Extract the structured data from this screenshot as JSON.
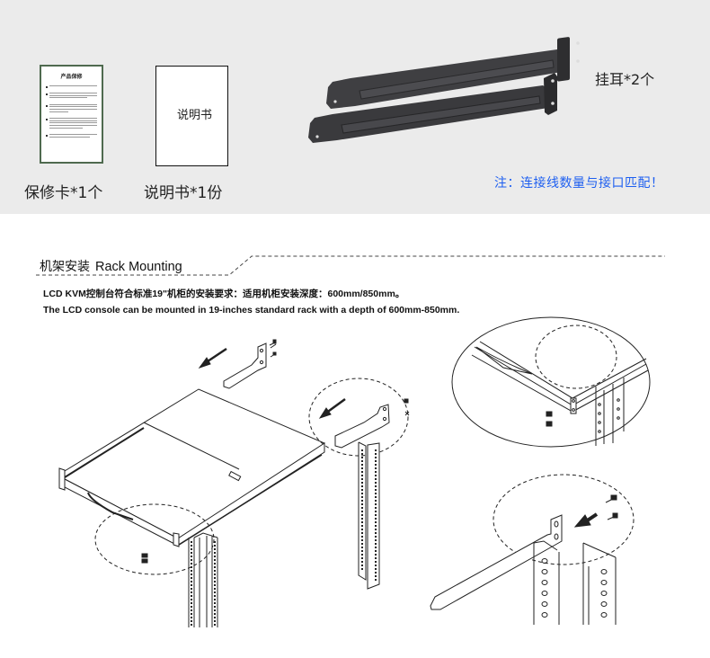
{
  "accessories": {
    "warranty_card": {
      "card_title": "产品保修",
      "paragraph_line_counts": [
        1,
        3,
        4,
        5,
        2
      ],
      "caption": "保修卡*1个"
    },
    "manual": {
      "cover_text": "说明书",
      "caption": "说明书*1份"
    },
    "rack_ears": {
      "caption": "挂耳*2个"
    },
    "note": "注：连接线数量与接口匹配！"
  },
  "rack_mounting": {
    "title_cn": "机架安装",
    "title_en": "Rack Mounting",
    "description_cn": "LCD KVM控制台符合标准19\"机柜的安装要求：适用机柜安装深度：600mm/850mm。",
    "description_en": "The LCD console can be mounted in 19-inches standard rack with a depth of  600mm-850mm."
  },
  "colors": {
    "top_background": "#ebebeb",
    "note_text": "#1e5ff0",
    "card_border": "#4f6a4f",
    "bracket_fill": "#3e3e40"
  }
}
